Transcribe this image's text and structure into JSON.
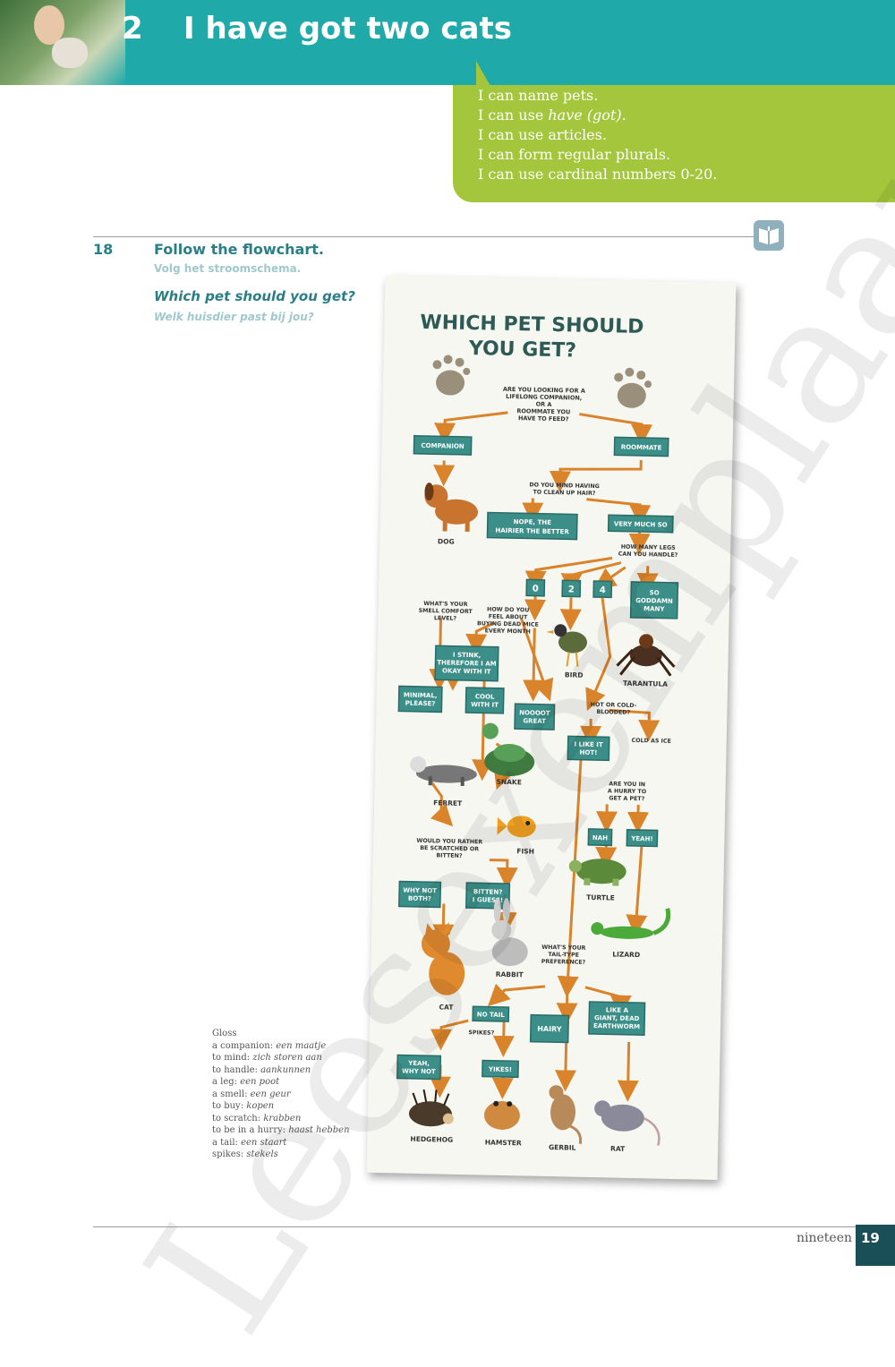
{
  "header": {
    "chapter_number": "2",
    "chapter_title": "I have got two cats"
  },
  "goals": [
    {
      "before": "I can name pets.",
      "emph": "",
      "after": ""
    },
    {
      "before": "I can use ",
      "emph": "have (got)",
      "after": "."
    },
    {
      "before": "I can use articles.",
      "emph": "",
      "after": ""
    },
    {
      "before": "I can form regular plurals.",
      "emph": "",
      "after": ""
    },
    {
      "before": "I can use cardinal numbers 0-20.",
      "emph": "",
      "after": ""
    }
  ],
  "exercise": {
    "number": "18",
    "title": "Follow the flowchart.",
    "subtitle": "Volg het stroomschema.",
    "question": "Which pet should you get?",
    "question_sub": "Welk huisdier past bij jou?"
  },
  "poster": {
    "title_line1": "WHICH PET SHOULD",
    "title_line2": "YOU GET?",
    "texts": [
      "ARE YOU LOOKING FOR A",
      "LIFELONG COMPANION,",
      "OR A",
      "ROOMMATE YOU",
      "HAVE TO FEED?",
      "COMPANION",
      "ROOMMATE",
      "DO YOU MIND HAVING",
      "TO CLEAN UP HAIR?",
      "NOPE, THE",
      "HAIRIER THE BETTER",
      "VERY MUCH SO",
      "HOW MANY LEGS",
      "CAN YOU HANDLE?",
      "0",
      "2",
      "4",
      "SO",
      "GODDAMN",
      "MANY",
      "WHAT'S YOUR",
      "SMELL COMFORT",
      "LEVEL?",
      "HOW DO YOU",
      "FEEL ABOUT",
      "BUYING DEAD MICE",
      "EVERY MONTH",
      "I STINK,",
      "THEREFORE I AM",
      "OKAY WITH IT",
      "MINIMAL,",
      "PLEASE?",
      "COOL",
      "WITH IT",
      "NOOOOT",
      "GREAT",
      "HOT OR COLD-",
      "BLOODED?",
      "I LIKE IT",
      "HOT!",
      "COLD AS ICE",
      "ARE YOU IN",
      "A HURRY TO",
      "GET A PET?",
      "NAH",
      "YEAH!",
      "WOULD YOU RATHER",
      "BE SCRATCHED OR",
      "BITTEN?",
      "WHY NOT",
      "BOTH?",
      "BITTEN?",
      "I GUESS!",
      "WHAT'S YOUR",
      "TAIL-TYPE",
      "PREFERENCE?",
      "NO TAIL",
      "SPIKES?",
      "HAIRY",
      "LIKE A",
      "GIANT, DEAD",
      "EARTHWORM",
      "YEAH,",
      "WHY NOT",
      "YIKES!"
    ],
    "animals": [
      "DOG",
      "BIRD",
      "TARANTULA",
      "SNAKE",
      "FERRET",
      "FISH",
      "TURTLE",
      "LIZARD",
      "CAT",
      "RABBIT",
      "HEDGEHOG",
      "HAMSTER",
      "GERBIL",
      "RAT"
    ]
  },
  "glossary": {
    "heading": "Gloss",
    "items": [
      {
        "term": "a companion:",
        "tr": "een maatje"
      },
      {
        "term": "to mind:",
        "tr": "zich storen aan"
      },
      {
        "term": "to handle:",
        "tr": "aankunnen"
      },
      {
        "term": "a leg:",
        "tr": "een poot"
      },
      {
        "term": "a smell:",
        "tr": "een geur"
      },
      {
        "term": "to buy:",
        "tr": "kopen"
      },
      {
        "term": "to scratch:",
        "tr": "krabben"
      },
      {
        "term": "to be in a hurry:",
        "tr": "haast hebben"
      },
      {
        "term": "a tail:",
        "tr": "een staart"
      },
      {
        "term": "spikes:",
        "tr": "stekels"
      }
    ]
  },
  "watermark": "Leesexemplaar",
  "footer": {
    "page_word": "nineteen",
    "page_number": "19"
  },
  "colors": {
    "teal": "#1fa9a9",
    "green": "#a3c63d",
    "box": "#3c8f88",
    "arrow": "#d9832a",
    "navy": "#1a4f57"
  }
}
